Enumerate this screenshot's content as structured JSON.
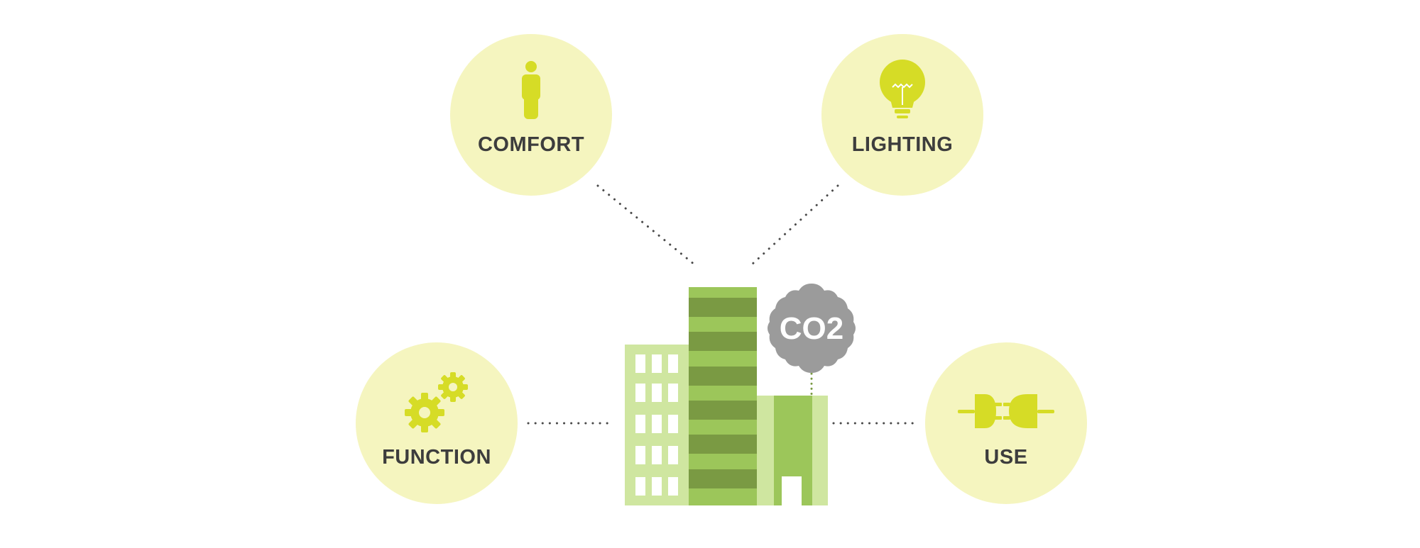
{
  "nodes": {
    "comfort": {
      "label": "COMFORT",
      "icon": "person-icon"
    },
    "lighting": {
      "label": "LIGHTING",
      "icon": "lightbulb-icon"
    },
    "function": {
      "label": "FUNCTION",
      "icon": "gears-icon"
    },
    "use": {
      "label": "USE",
      "icon": "plug-icon"
    }
  },
  "center": {
    "icon": "building-icon",
    "badge_text": "CO2"
  },
  "colors": {
    "circle_fill": "#f5f5bf",
    "icon_yellow": "#d6dc26",
    "building_light": "#cfe6a0",
    "building_mid": "#9cc65a",
    "building_dark": "#7a9a43",
    "badge_gray": "#9b9b9b",
    "text_dark": "#3d3d3d",
    "dot_gray": "#4a4a4a"
  }
}
